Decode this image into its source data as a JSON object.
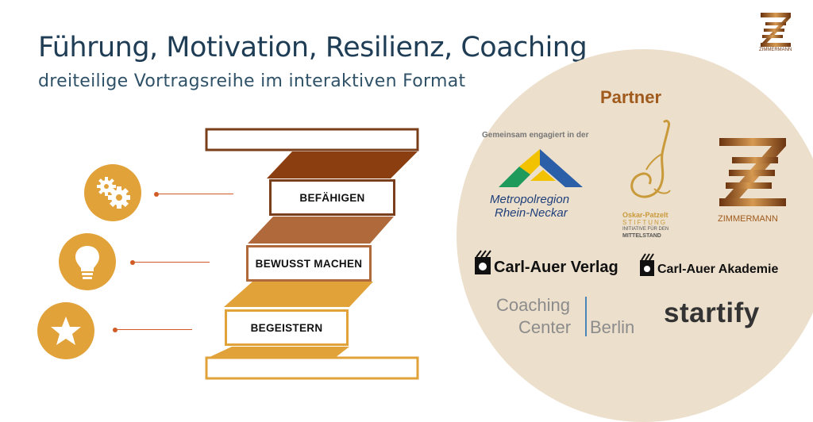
{
  "slide": {
    "title": "Führung, Motivation, Resilienz, Coaching",
    "subtitle": "dreiteilige Vortragsreihe im interaktiven Format"
  },
  "steps": [
    {
      "label": "BEFÄHIGEN",
      "icon": "gears-icon"
    },
    {
      "label": "BEWUSST MACHEN",
      "icon": "lightbulb-icon"
    },
    {
      "label": "BEGEISTERN",
      "icon": "star-icon"
    }
  ],
  "corner_logo": {
    "text": "ZIMMERMANN"
  },
  "partner": {
    "heading": "Partner",
    "metropolregion": {
      "tagline": "Gemeinsam engagiert in der",
      "name_line1": "Metropolregion",
      "name_line2": "Rhein-Neckar"
    },
    "oskar": {
      "line1": "Oskar-Patzelt",
      "line2": "STIFTUNG",
      "line3": "INITIATIVE FÜR DEN",
      "line4": "MITTELSTAND"
    },
    "zimmermann": {
      "name": "ZIMMERMANN"
    },
    "carl_auer_verlag": "Carl-Auer Verlag",
    "carl_auer_akademie": "Carl-Auer Akademie",
    "coaching_center": {
      "line1": "Coaching",
      "line2a": "Center",
      "line2b": "Berlin"
    },
    "startify": "startify"
  },
  "colors": {
    "title": "#1f3d55",
    "accent_brown": "#7a3f1a",
    "icon_gold": "#e1a23a",
    "partner_bg": "#ecdfcc",
    "partner_heading": "#a05a1c"
  }
}
